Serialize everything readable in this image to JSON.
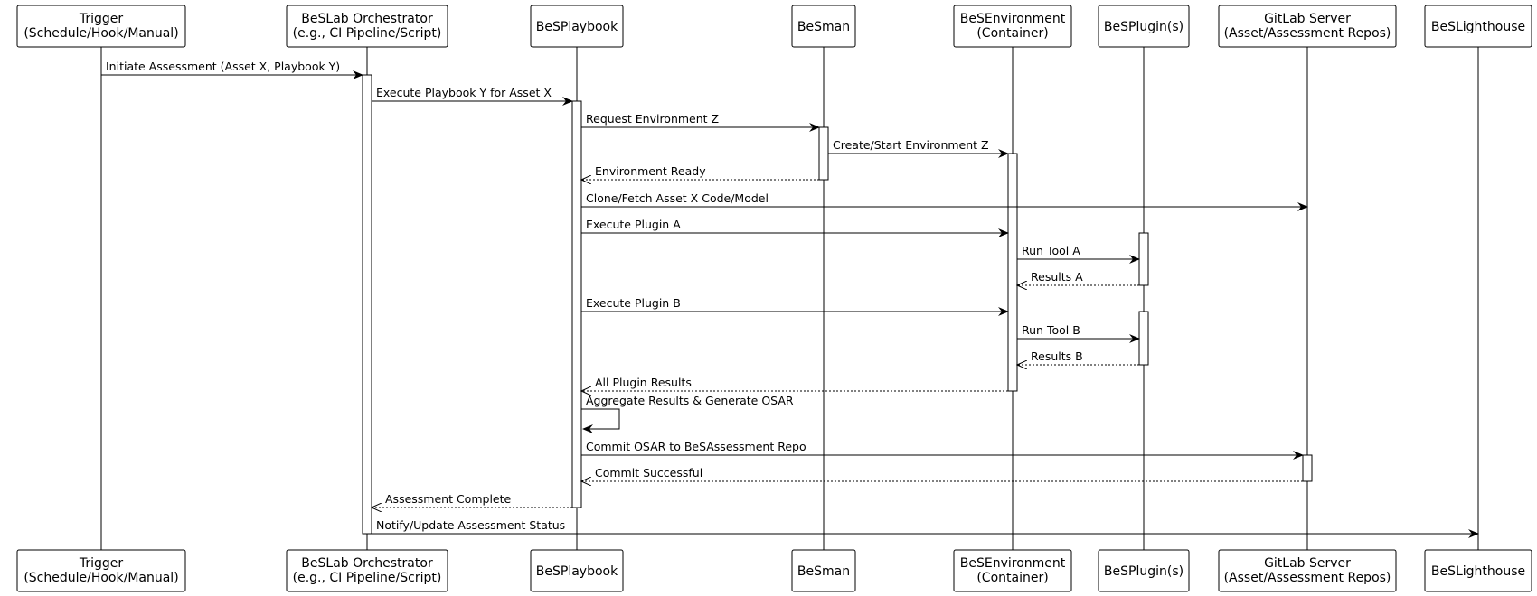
{
  "participants": [
    {
      "id": "trigger",
      "lines": [
        "Trigger",
        "(Schedule/Hook/Manual)"
      ]
    },
    {
      "id": "orch",
      "lines": [
        "BeSLab Orchestrator",
        "(e.g., CI Pipeline/Script)"
      ]
    },
    {
      "id": "playbook",
      "lines": [
        "BeSPlaybook"
      ]
    },
    {
      "id": "besman",
      "lines": [
        "BeSman"
      ]
    },
    {
      "id": "env",
      "lines": [
        "BeSEnvironment",
        "(Container)"
      ]
    },
    {
      "id": "plugin",
      "lines": [
        "BeSPlugin(s)"
      ]
    },
    {
      "id": "gitlab",
      "lines": [
        "GitLab Server",
        "(Asset/Assessment Repos)"
      ]
    },
    {
      "id": "lighthouse",
      "lines": [
        "BeSLighthouse"
      ]
    }
  ],
  "messages": [
    {
      "from": "trigger",
      "to": "orch",
      "label": "Initiate Assessment (Asset X, Playbook Y)",
      "reply": false
    },
    {
      "from": "orch",
      "to": "playbook",
      "label": "Execute Playbook Y for Asset X",
      "reply": false
    },
    {
      "from": "playbook",
      "to": "besman",
      "label": "Request Environment Z",
      "reply": false
    },
    {
      "from": "besman",
      "to": "env",
      "label": "Create/Start Environment Z",
      "reply": false
    },
    {
      "from": "besman",
      "to": "playbook",
      "label": "Environment Ready",
      "reply": true
    },
    {
      "from": "playbook",
      "to": "gitlab",
      "label": "Clone/Fetch Asset X Code/Model",
      "reply": false
    },
    {
      "from": "playbook",
      "to": "env",
      "label": "Execute Plugin A",
      "reply": false
    },
    {
      "from": "env",
      "to": "plugin",
      "label": "Run Tool A",
      "reply": false
    },
    {
      "from": "plugin",
      "to": "env",
      "label": "Results A",
      "reply": true
    },
    {
      "from": "playbook",
      "to": "env",
      "label": "Execute Plugin B",
      "reply": false
    },
    {
      "from": "env",
      "to": "plugin",
      "label": "Run Tool B",
      "reply": false
    },
    {
      "from": "plugin",
      "to": "env",
      "label": "Results B",
      "reply": true
    },
    {
      "from": "env",
      "to": "playbook",
      "label": "All Plugin Results",
      "reply": true
    },
    {
      "from": "playbook",
      "to": "playbook",
      "label": "Aggregate Results & Generate OSAR",
      "reply": false
    },
    {
      "from": "playbook",
      "to": "gitlab",
      "label": "Commit OSAR to BeSAssessment Repo",
      "reply": false
    },
    {
      "from": "gitlab",
      "to": "playbook",
      "label": "Commit Successful",
      "reply": true
    },
    {
      "from": "playbook",
      "to": "orch",
      "label": "Assessment Complete",
      "reply": true
    },
    {
      "from": "orch",
      "to": "lighthouse",
      "label": "Notify/Update Assessment Status",
      "reply": false
    }
  ]
}
